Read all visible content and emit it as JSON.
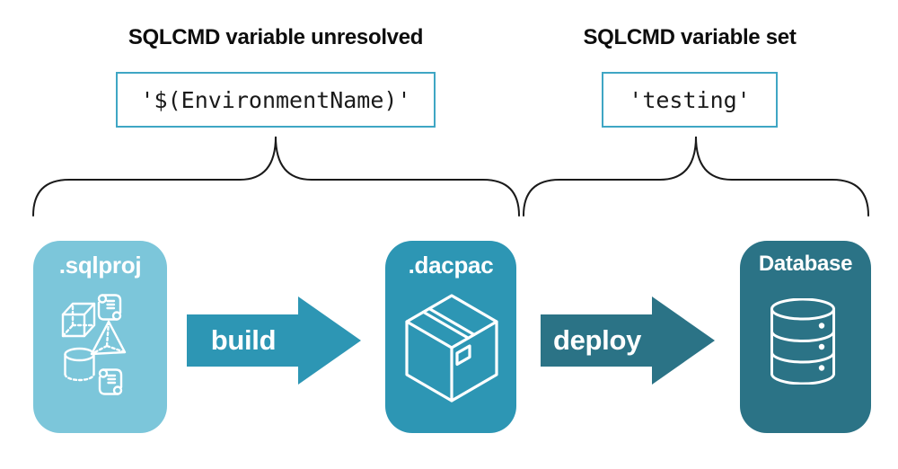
{
  "annotations": {
    "left": {
      "heading": "SQLCMD variable unresolved",
      "code_value": "'$(EnvironmentName)'"
    },
    "right": {
      "heading": "SQLCMD variable set",
      "code_value": "'testing'"
    }
  },
  "pipeline": {
    "stages": [
      {
        "id": "sqlproj",
        "label": ".sqlproj",
        "color": "#7cc6da",
        "icon": "sql-objects-icon"
      },
      {
        "id": "dacpac",
        "label": ".dacpac",
        "color": "#2d96b4",
        "icon": "package-icon"
      },
      {
        "id": "database",
        "label": "Database",
        "color": "#2b7386",
        "icon": "database-icon"
      }
    ],
    "arrows": [
      {
        "label": "build",
        "color": "#2d96b4"
      },
      {
        "label": "deploy",
        "color": "#2b7386"
      }
    ]
  },
  "colors": {
    "code_box_border": "#3fa6c4",
    "heading_text": "#0d0d0d",
    "code_text": "#1a1a1a",
    "brace_stroke": "#1a1a1a",
    "icon_stroke": "#ffffff",
    "stage_label_text": "#ffffff",
    "arrow_label_text": "#ffffff"
  }
}
